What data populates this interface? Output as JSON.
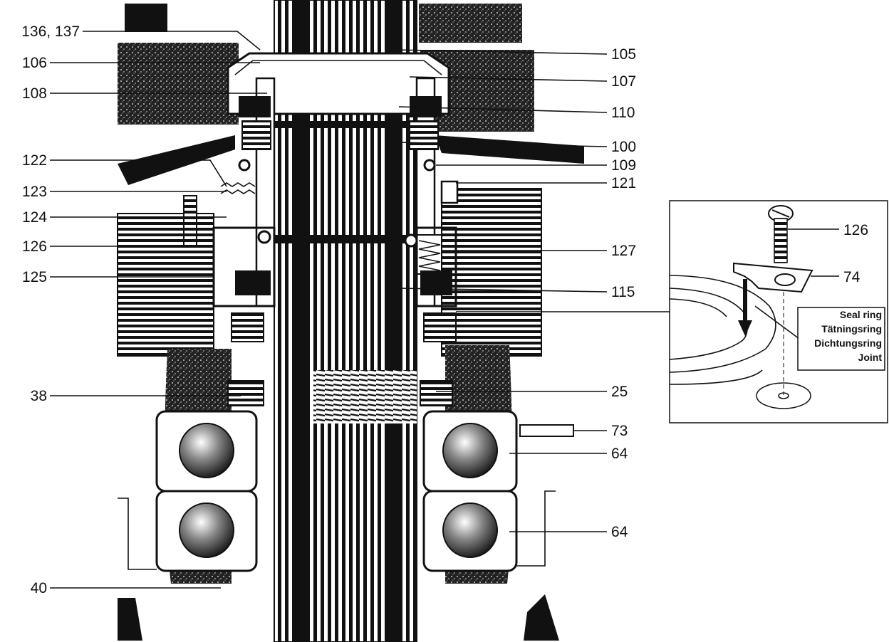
{
  "callouts_left": [
    "136, 137",
    "106",
    "108",
    "122",
    "123",
    "124",
    "126",
    "125",
    "38",
    "40"
  ],
  "callouts_right": [
    "105",
    "107",
    "110",
    "100",
    "109",
    "121",
    "127",
    "115",
    "25",
    "73",
    "64",
    "64"
  ],
  "inset": {
    "callouts": [
      "126",
      "74"
    ],
    "seal_ring_labels": [
      "Seal ring",
      "Tätningsring",
      "Dichtungsring",
      "Joint"
    ]
  },
  "colors": {
    "ink": "#111111",
    "paper": "#ffffff"
  }
}
